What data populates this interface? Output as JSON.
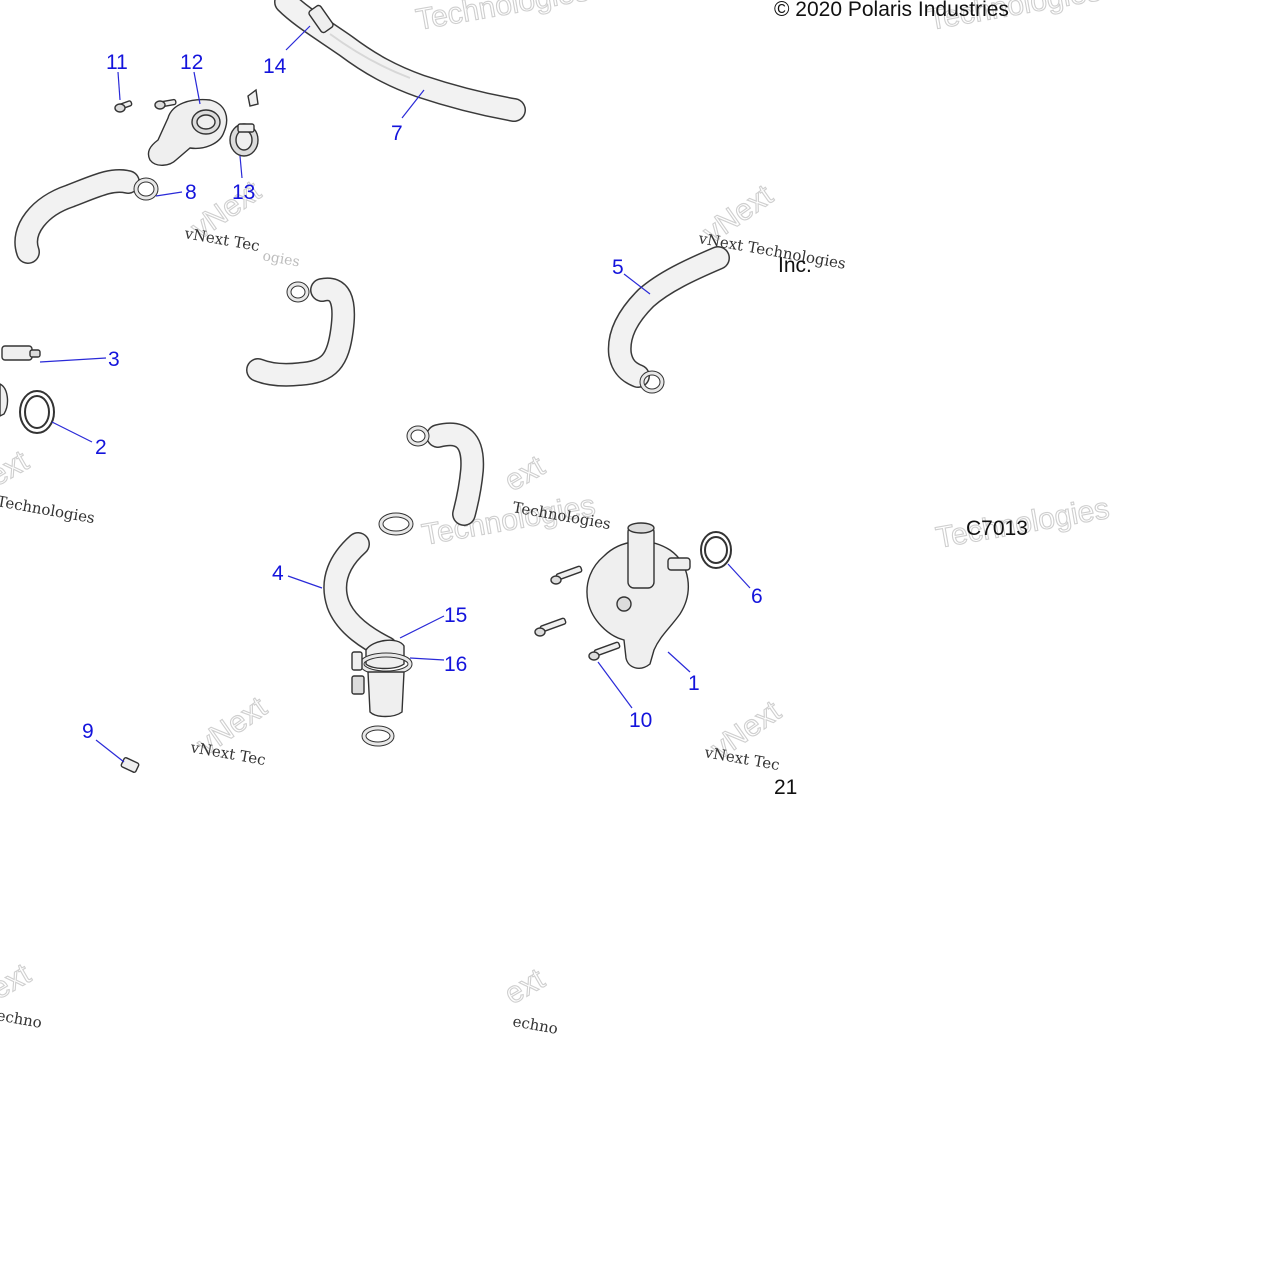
{
  "copyright": "© 2020 Polaris Industries",
  "fragment_inc": "Inc.",
  "drawing_code": "C7013",
  "fragment_21": "21",
  "watermark": {
    "brand_big": "Technologies",
    "brand_next": "vNext",
    "line_small": "vNext Tec",
    "line_small_2": "vNext Technologies",
    "line_small_3": "Technologies",
    "fragment_next": "ext",
    "fragment_techno": "echno",
    "fragment_ogies": "ogies"
  },
  "callouts": {
    "c1": "1",
    "c2": "2",
    "c3": "3",
    "c4": "4",
    "c5": "5",
    "c6": "6",
    "c7": "7",
    "c8": "8",
    "c9": "9",
    "c10": "10",
    "c11": "11",
    "c12": "12",
    "c13": "13",
    "c14": "14",
    "c15": "15",
    "c16": "16"
  },
  "colors": {
    "callout": "#1414dc",
    "leader": "#2a2ad8",
    "outline": "#333333",
    "watermark": "#cfcfcf"
  }
}
